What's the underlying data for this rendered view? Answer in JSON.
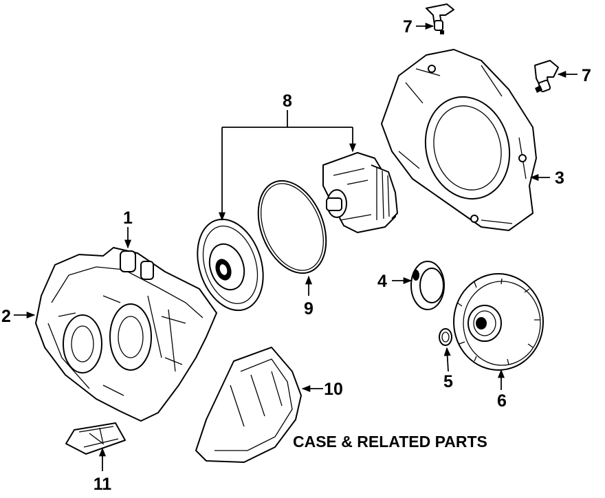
{
  "caption": "CASE & RELATED PARTS",
  "callouts": {
    "c1": "1",
    "c2": "2",
    "c3": "3",
    "c4": "4",
    "c5": "5",
    "c6": "6",
    "c7a": "7",
    "c7b": "7",
    "c8": "8",
    "c9": "9",
    "c10": "10",
    "c11": "11"
  },
  "colors": {
    "ink": "#000000",
    "paper": "#ffffff"
  }
}
